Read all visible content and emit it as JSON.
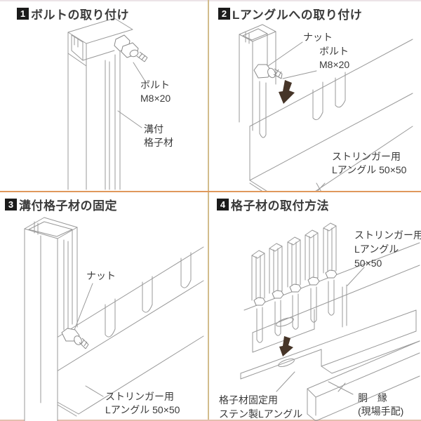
{
  "page": {
    "background": "#ffffff"
  },
  "colors": {
    "divider_vertical": "#d2bc8c",
    "divider_horizontal": "#e0985c",
    "edge_top": "#ece3e7",
    "edge_bottom": "#e3bfae",
    "heading_text": "#3b3b3b",
    "number_box_bg": "#1b1b1b",
    "number_box_text": "#ffffff",
    "line_art": "#999999",
    "label_text": "#3a3a3a",
    "arrow": "#463528"
  },
  "panels": [
    {
      "number": "1",
      "title": "ボルトの取り付け",
      "labels": {
        "bolt": [
          "ボルト",
          "M8×20"
        ],
        "grooved_lattice": [
          "溝付",
          "格子材"
        ]
      }
    },
    {
      "number": "2",
      "title": "Lアングルへの取り付け",
      "labels": {
        "nut": [
          "ナット"
        ],
        "bolt": [
          "ボルト",
          "M8×20"
        ],
        "stringer_angle": [
          "ストリンガー用",
          "Lアングル 50×50"
        ]
      }
    },
    {
      "number": "3",
      "title": "溝付格子材の固定",
      "labels": {
        "nut": [
          "ナット"
        ],
        "stringer_angle": [
          "ストリンガー用",
          "Lアングル 50×50"
        ]
      }
    },
    {
      "number": "4",
      "title": "格子材の取付方法",
      "labels": {
        "stringer_angle": [
          "ストリンガー用",
          "Lアングル",
          "50×50"
        ],
        "fixing_angle": [
          "格子材固定用",
          "ステン製Lアングル"
        ],
        "furring": [
          "胴　縁",
          "(現場手配)"
        ]
      }
    }
  ]
}
